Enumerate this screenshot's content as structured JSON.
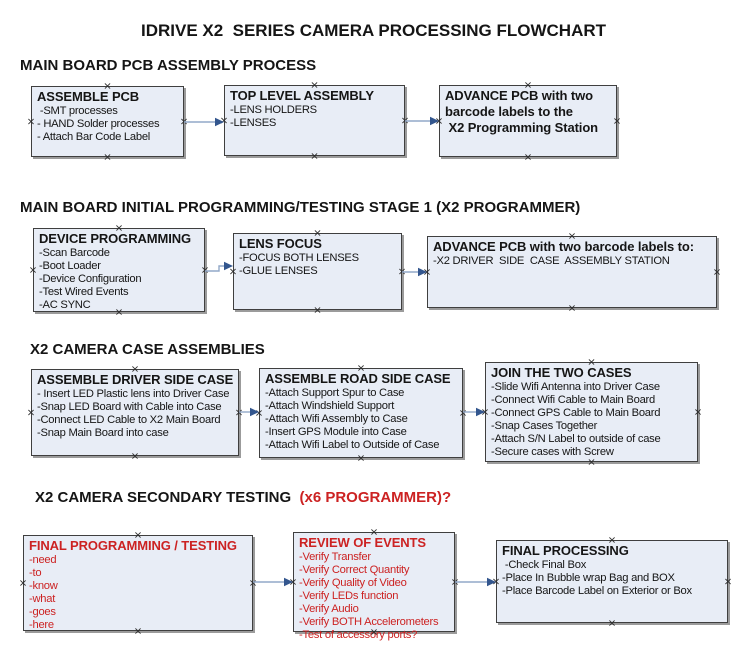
{
  "title": "IDRIVE X2  SERIES CAMERA PROCESSING FLOWCHART",
  "colors": {
    "box_fill": "#e8edf6",
    "box_border": "#3f3f3f",
    "box_shadow": "#9b9b9b",
    "text_black": "#151515",
    "text_red": "#cc2222",
    "connector_line": "#92a8c8",
    "connector_arrow": "#33568e",
    "handle": "#2e2e2e"
  },
  "sections": [
    {
      "heading": [
        {
          "text": "MAIN BOARD PCB ASSEMBLY PROCESS",
          "red": false
        }
      ],
      "boxes": [
        {
          "name": "assemble-pcb-box",
          "red": false,
          "title_lines": [
            "ASSEMBLE PCB"
          ],
          "items": [
            " -SMT processes",
            "- HAND Solder processes",
            "- Attach Bar Code Label"
          ]
        },
        {
          "name": "top-level-assembly-box",
          "red": false,
          "title_lines": [
            "TOP LEVEL ASSEMBLY"
          ],
          "items": [
            "-LENS HOLDERS",
            "-LENSES"
          ]
        },
        {
          "name": "advance-pcb-programming-station-box",
          "red": false,
          "title_lines": [
            "ADVANCE PCB with two",
            "barcode labels to the",
            " X2 Programming Station"
          ],
          "items": []
        }
      ]
    },
    {
      "heading": [
        {
          "text": "MAIN BOARD INITIAL PROGRAMMING/TESTING STAGE 1 (X2 PROGRAMMER)",
          "red": false
        }
      ],
      "boxes": [
        {
          "name": "device-programming-box",
          "red": false,
          "title_lines": [
            "DEVICE PROGRAMMING"
          ],
          "items": [
            "-Scan Barcode",
            "-Boot Loader",
            "-Device Configuration",
            "-Test Wired Events",
            "-AC SYNC"
          ]
        },
        {
          "name": "lens-focus-box",
          "red": false,
          "title_lines": [
            "LENS FOCUS"
          ],
          "items": [
            "-FOCUS BOTH LENSES",
            "-GLUE LENSES"
          ]
        },
        {
          "name": "advance-pcb-driver-side-box",
          "red": false,
          "title_lines": [
            "ADVANCE PCB with two barcode labels to:"
          ],
          "items": [
            "-X2 DRIVER  SIDE  CASE  ASSEMBLY STATION"
          ]
        }
      ]
    },
    {
      "heading": [
        {
          "text": "X2 CAMERA CASE ASSEMBLIES",
          "red": false
        }
      ],
      "boxes": [
        {
          "name": "assemble-driver-side-case-box",
          "red": false,
          "title_lines": [
            "ASSEMBLE DRIVER SIDE CASE"
          ],
          "items": [
            "- Insert LED Plastic lens into Driver Case",
            "-Snap LED Board with Cable into Case",
            "-Connect LED Cable to X2 Main Board",
            "-Snap Main Board into case"
          ]
        },
        {
          "name": "assemble-road-side-case-box",
          "red": false,
          "title_lines": [
            "ASSEMBLE ROAD SIDE CASE"
          ],
          "items": [
            "-Attach Support Spur to Case",
            "-Attach Windshield Support",
            "-Attach Wifi Assembly to Case",
            "-Insert GPS Module into Case",
            "-Attach Wifi Label to Outside of Case"
          ]
        },
        {
          "name": "join-the-two-cases-box",
          "red": false,
          "title_lines": [
            "JOIN THE TWO CASES"
          ],
          "items": [
            "-Slide Wifi Antenna into Driver Case",
            "-Connect Wifi Cable to Main Board",
            "-Connect GPS Cable to Main Board",
            "-Snap Cases Together",
            "-Attach S/N Label to outside of case",
            "-Secure cases with Screw"
          ]
        }
      ]
    },
    {
      "heading": [
        {
          "text": "X2 CAMERA SECONDARY TESTING ",
          "red": false
        },
        {
          "text": " (x6 PROGRAMMER)?",
          "red": true
        }
      ],
      "boxes": [
        {
          "name": "final-programming-testing-box",
          "red": true,
          "title_lines": [
            "FINAL PROGRAMMING / TESTING"
          ],
          "items": [
            "-need",
            "-to",
            "-know",
            "-what",
            "-goes",
            "-here"
          ]
        },
        {
          "name": "review-of-events-box",
          "red": true,
          "title_lines": [
            "REVIEW OF EVENTS"
          ],
          "items": [
            "-Verify Transfer",
            "-Verify Correct Quantity",
            "-Verify Quality of Video",
            "-Verify LEDs function",
            "-Verify Audio",
            "-Verify BOTH Accelerometers",
            "-Test of accessory ports?"
          ]
        },
        {
          "name": "final-processing-box",
          "red": false,
          "title_lines": [
            "FINAL PROCESSING"
          ],
          "items": [
            " -Check Final Box",
            "-Place In Bubble wrap Bag and BOX",
            "-Place Barcode Label on Exterior or Box"
          ]
        }
      ]
    }
  ]
}
